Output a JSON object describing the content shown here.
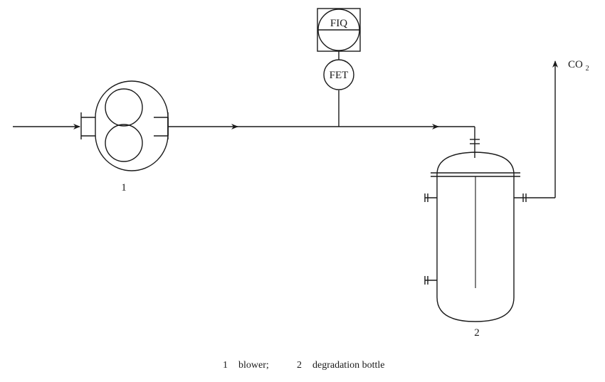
{
  "blower": {
    "number": "1"
  },
  "bottle": {
    "number": "2"
  },
  "instruments": {
    "top": "FIQ",
    "bottom": "FET"
  },
  "outlet": {
    "label_main": "CO",
    "label_sub": "2"
  },
  "caption": {
    "n1": "1",
    "t1": "blower;",
    "n2": "2",
    "t2": "degradation bottle"
  }
}
